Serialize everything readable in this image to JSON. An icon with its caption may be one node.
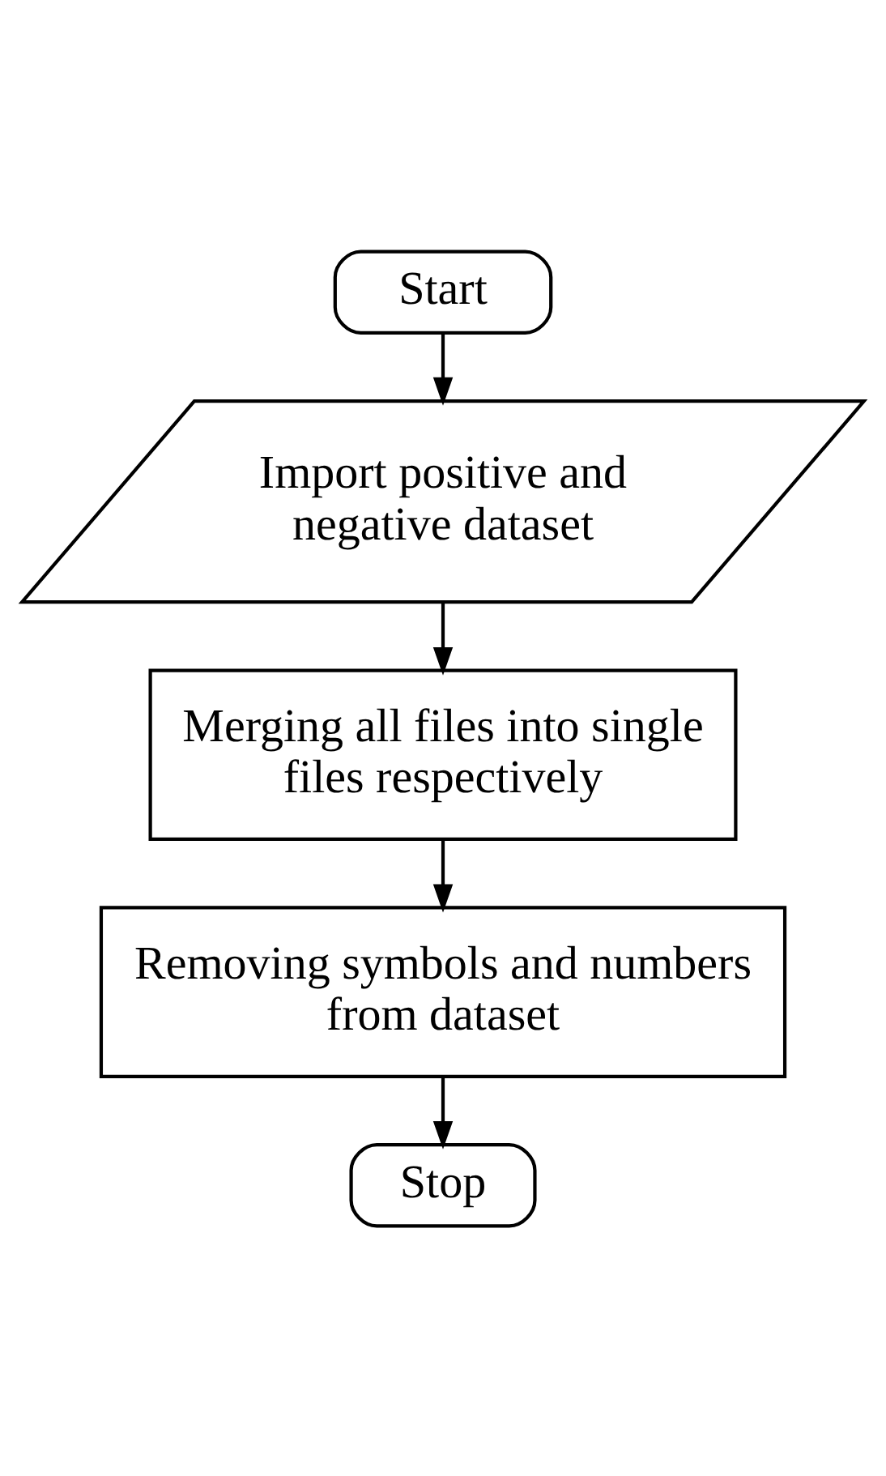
{
  "diagram": {
    "nodes": [
      {
        "text": [
          "Start"
        ]
      },
      {
        "text": [
          "Import positive and negative dataset"
        ]
      },
      {
        "text": [
          "Merging all files into single files respectively"
        ]
      },
      {
        "text": [
          "Removing symbols and numbers from dataset"
        ]
      },
      {
        "text": [
          "Stop"
        ]
      }
    ],
    "edges": [
      {
        "from": 0,
        "to": 1,
        "arrow": "to"
      },
      {
        "from": 1,
        "to": 2,
        "arrow": "to"
      },
      {
        "from": 2,
        "to": 3,
        "arrow": "to"
      },
      {
        "from": 3,
        "to": 4,
        "arrow": "to"
      }
    ]
  }
}
